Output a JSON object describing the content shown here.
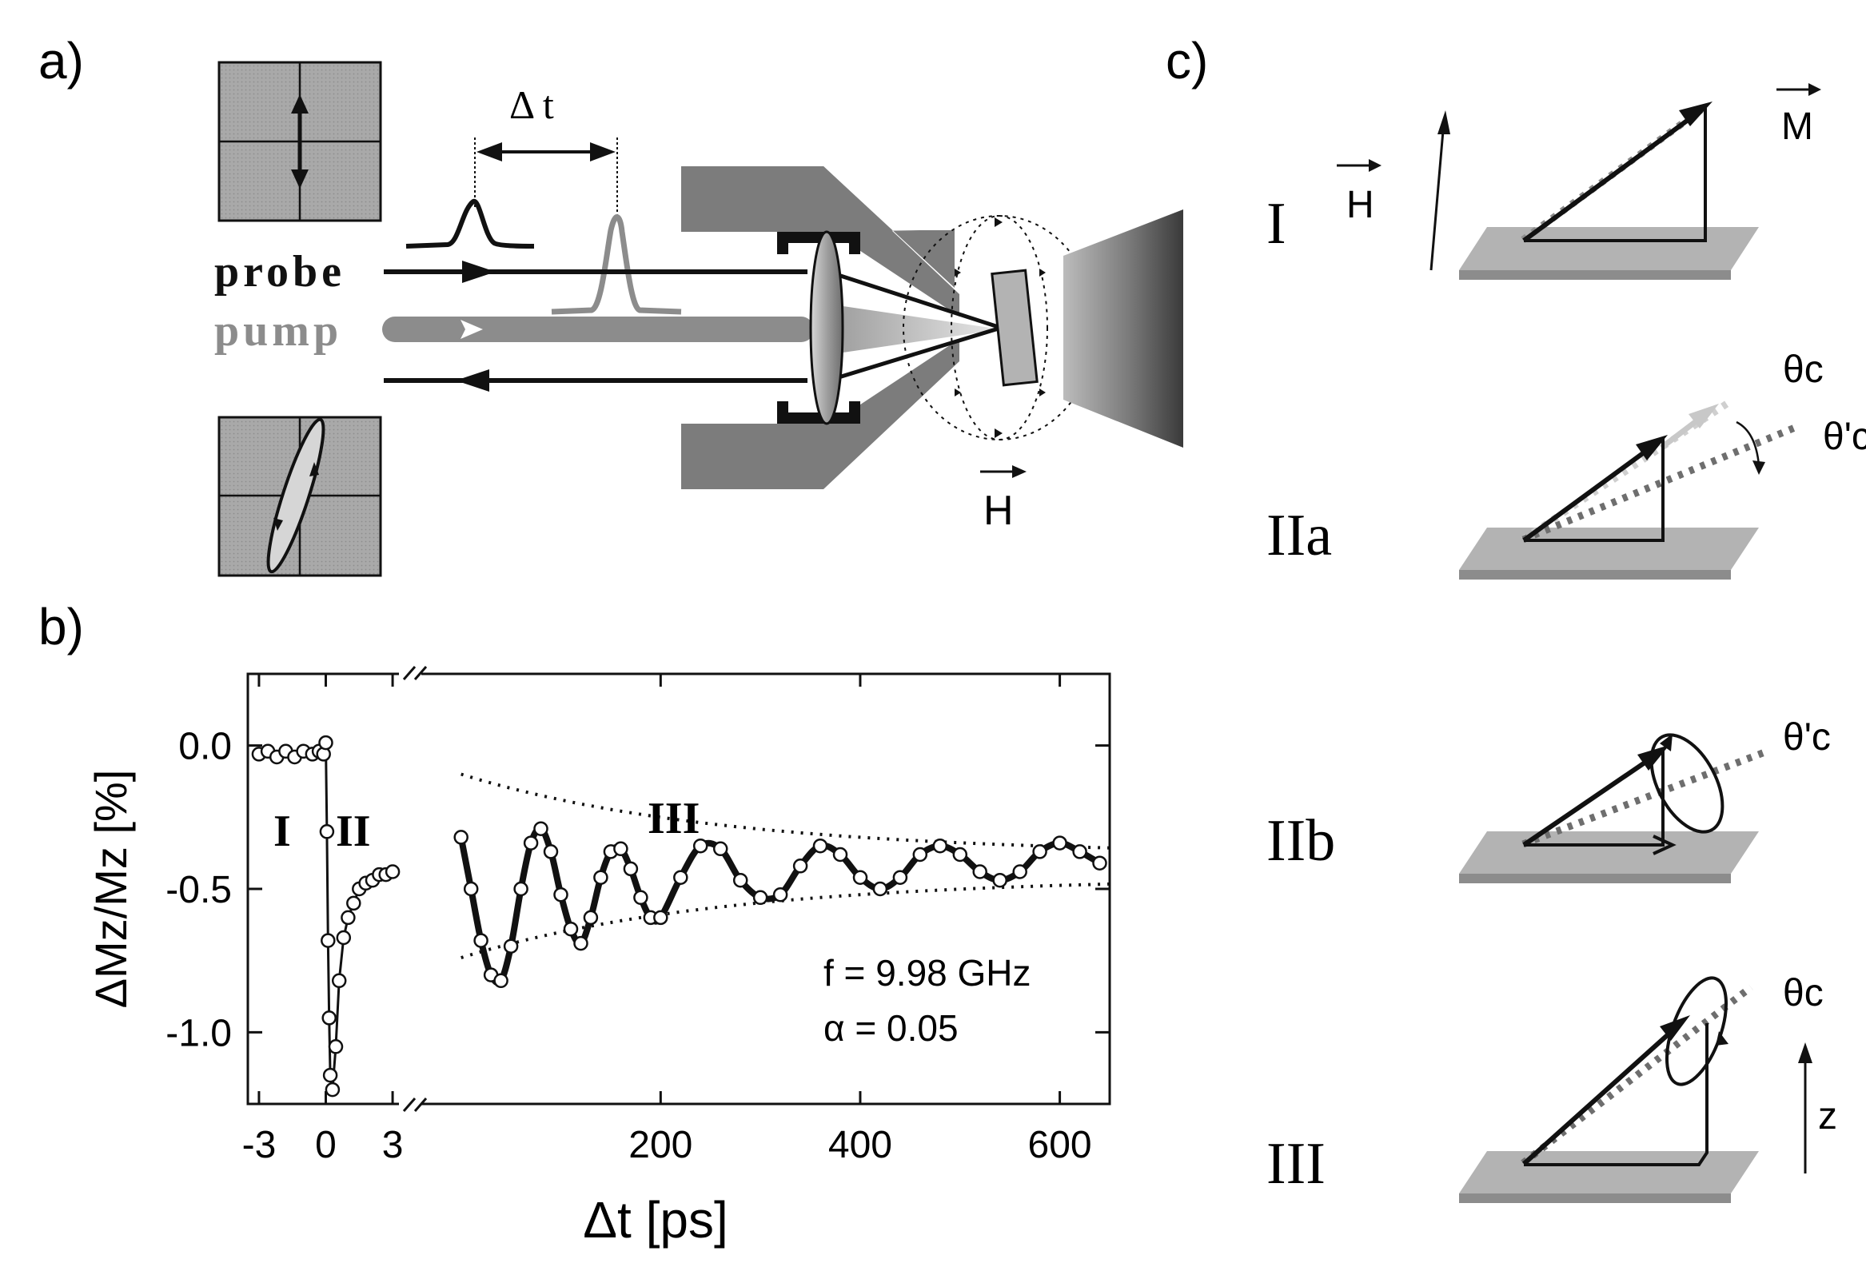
{
  "panel_labels": {
    "a": "a)",
    "b": "b)",
    "c": "c)"
  },
  "setup": {
    "delta_t": "Δ  t",
    "probe": "probe",
    "pump": "pump",
    "field": "H"
  },
  "colors": {
    "ink": "#111111",
    "pump_gray": "#8c8c8c",
    "grid_panel": "#a9a9a9",
    "mount": "#7c7c7c",
    "film": "#b3b3b3"
  },
  "plot": {
    "ylabel": "ΔMz/Mz [%]",
    "xlabel": "Δt [ps]",
    "region_labels": [
      "I",
      "II",
      "III"
    ],
    "annot_f": "f  = 9.98 GHz",
    "annot_alpha": "α = 0.05"
  },
  "chart_data": {
    "type": "scatter",
    "xlabel": "Δt [ps]",
    "ylabel": "ΔMz/Mz [%]",
    "ylim": [
      -1.25,
      0.25
    ],
    "broken_x_axis": true,
    "segments": [
      {
        "xlim": [
          -3.5,
          3.5
        ],
        "xticks": [
          -3,
          0,
          3
        ]
      },
      {
        "xlim": [
          -35,
          650
        ],
        "xticks": [
          200,
          400,
          600
        ]
      }
    ],
    "yticks": [
      0.0,
      -0.5,
      -1.0
    ],
    "ytick_labels": [
      "0.0",
      "-0.5",
      "-1.0"
    ],
    "series": [
      {
        "segment": 0,
        "marker": "open-circle",
        "x": [
          -3.0,
          -2.6,
          -2.2,
          -1.8,
          -1.4,
          -1.0,
          -0.6,
          -0.3,
          -0.1,
          0.0,
          0.05,
          0.1,
          0.15,
          0.2,
          0.3,
          0.45,
          0.6,
          0.8,
          1.0,
          1.25,
          1.5,
          1.8,
          2.1,
          2.4,
          2.7,
          3.0
        ],
        "y": [
          -0.03,
          -0.02,
          -0.04,
          -0.02,
          -0.04,
          -0.02,
          -0.03,
          -0.02,
          -0.03,
          0.01,
          -0.3,
          -0.68,
          -0.95,
          -1.15,
          -1.2,
          -1.05,
          -0.82,
          -0.67,
          -0.6,
          -0.55,
          -0.5,
          -0.48,
          -0.47,
          -0.45,
          -0.45,
          -0.44
        ]
      },
      {
        "segment": 1,
        "marker": "open-circle",
        "model": "damped-cosine",
        "frequency_GHz": 9.98,
        "alpha": 0.05,
        "x": [
          0,
          10,
          20,
          30,
          40,
          50,
          60,
          70,
          80,
          90,
          100,
          110,
          120,
          130,
          140,
          150,
          160,
          170,
          180,
          190,
          200,
          220,
          240,
          260,
          280,
          300,
          320,
          340,
          360,
          380,
          400,
          420,
          440,
          460,
          480,
          500,
          520,
          540,
          560,
          580,
          600,
          620,
          640
        ],
        "y": [
          -0.32,
          -0.5,
          -0.68,
          -0.8,
          -0.82,
          -0.7,
          -0.5,
          -0.34,
          -0.29,
          -0.37,
          -0.52,
          -0.64,
          -0.69,
          -0.6,
          -0.46,
          -0.37,
          -0.36,
          -0.43,
          -0.53,
          -0.6,
          -0.6,
          -0.46,
          -0.35,
          -0.36,
          -0.47,
          -0.53,
          -0.52,
          -0.42,
          -0.35,
          -0.38,
          -0.46,
          -0.5,
          -0.46,
          -0.38,
          -0.35,
          -0.38,
          -0.44,
          -0.47,
          -0.44,
          -0.37,
          -0.34,
          -0.37,
          -0.41
        ]
      }
    ],
    "annotations": [
      "f  = 9.98 GHz",
      "α = 0.05"
    ]
  },
  "stages": [
    {
      "label": "I",
      "vector": "M",
      "field": "H",
      "angles": []
    },
    {
      "label": "IIa",
      "angles": [
        "θc",
        "θ'c"
      ]
    },
    {
      "label": "IIb",
      "angles": [
        "θ'c"
      ]
    },
    {
      "label": "III",
      "angles": [
        "θc"
      ],
      "axis": "z"
    }
  ]
}
